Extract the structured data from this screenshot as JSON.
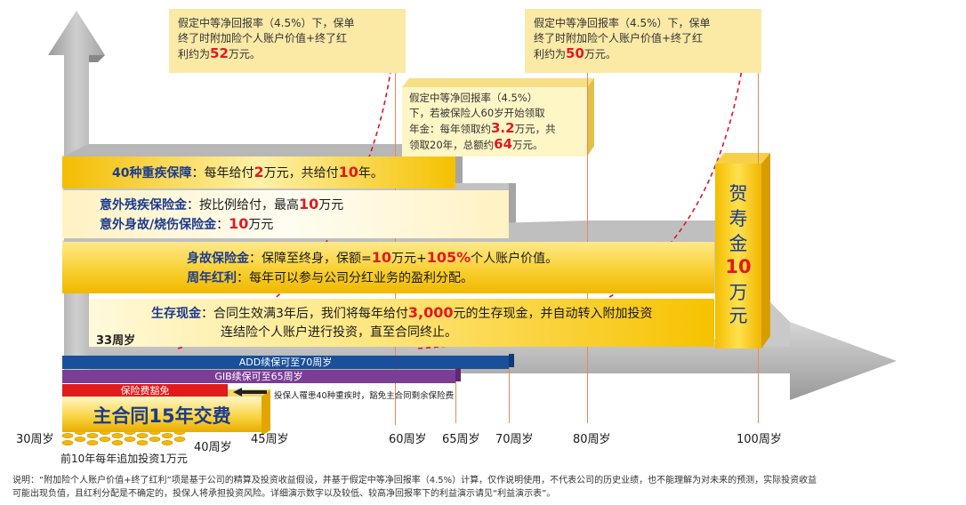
{
  "colors": {
    "gold": "#f5c21b",
    "gold_light": "#fff4c6",
    "grey": "#b4b4b4",
    "blue": "#1a4f9a",
    "purple": "#7a3e96",
    "red": "#e11b1b",
    "red_text": "#e01a22",
    "navy_text": "#1c3b8c",
    "note_bg": "#fbe9a6"
  },
  "note_left": {
    "line1": "假定中等净回报率（4.5%）下，保单",
    "line2": "终了时附加险个人账户价值+终了红",
    "line3_pre": "利约为",
    "line3_num": "52",
    "line3_post": "万元。"
  },
  "note_right": {
    "line1": "假定中等净回报率（4.5%）下，保单",
    "line2": "终了时附加险个人账户价值+终了红",
    "line3_pre": "利约为",
    "line3_num": "50",
    "line3_post": "万元。"
  },
  "note_center": {
    "line1": "假定中等净回报率（4.5%）",
    "line2": "下，若被保险人60岁开始领取",
    "line3_pre": "年金：每年领取约",
    "line3_num": "3.2",
    "line3_post": "万元，共",
    "line4_pre": "领取20年，总额约",
    "line4_num": "64",
    "line4_post": "万元。"
  },
  "bar_disease": {
    "label": "40种重疾保障",
    "text1": "：每年给付",
    "num1": "2",
    "text2": "万元，共给付",
    "num2": "10",
    "text3": "年。"
  },
  "bar_accident": {
    "label1": "意外残疾保险金",
    "text1": "：按比例给付，最高",
    "num1": "10",
    "unit1": "万元",
    "label2": "意外身故/烧伤保险金",
    "text2": "：",
    "num2": "10",
    "unit2": "万元"
  },
  "bar_death": {
    "label1": "身故保险金",
    "text1a": "：保障至终身，保额=",
    "num1a": "10",
    "text1b": "万元+",
    "num1b": "105%",
    "text1c": "个人账户价值。",
    "label2": "周年红利",
    "text2": "：每年可以参与公司分红业务的盈利分配。"
  },
  "bar_survival": {
    "label": "生存现金",
    "text1": "：合同生效满3年后，我们将每年给付",
    "num1": "3,000",
    "text2": "元的生存现金，并自动转入附加投资",
    "line2": "连结险个人账户进行投资，直至合同终止。",
    "age_tag": "33周岁"
  },
  "birthday": {
    "c1": "贺",
    "c2": "寿",
    "c3": "金",
    "c4": "10",
    "c5": "万元"
  },
  "bands": {
    "add": "ADD续保可至70周岁",
    "gib": "GIB续保可至65周岁",
    "waiver": "保险费豁免",
    "waiver_note": "投保人罹患40种重疾时，豁免主合同剩余保险费"
  },
  "main_contract": {
    "title": "主合同15年交费",
    "coins_caption": "前10年每年追加投资1万元"
  },
  "ages": {
    "a30": "30周岁",
    "a40": "40周岁",
    "a45": "45周岁",
    "a60": "60周岁",
    "a65": "65周岁",
    "a70": "70周岁",
    "a80": "80周岁",
    "a100": "100周岁"
  },
  "footnote": {
    "line1": "说明：“附加险个人账户价值+终了红利”项是基于公司的精算及投资收益假设，并基于假定中等净回报率（4.5%）计算，仅作说明使用，不代表公司的历史业绩，也不能理解为对未来的预测，实际投资收益",
    "line2": "可能出现负值，且红利分配是不确定的，投保人将承担投资风险。详细演示数字以及较低、较高净回报率下的利益演示请见“利益演示表”。"
  }
}
